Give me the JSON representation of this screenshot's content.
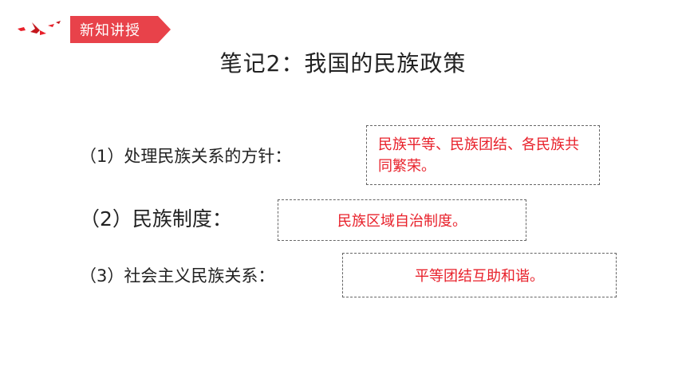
{
  "header": {
    "badge_label": "新知讲授",
    "badge_color": "#e8424a"
  },
  "title": "笔记2：我国的民族政策",
  "notes": [
    {
      "label": "（1）处理民族关系的方针：",
      "answer": "民族平等、民族团结、各民族共同繁荣。"
    },
    {
      "label": "（2）民族制度：",
      "answer": "民族区域自治制度。"
    },
    {
      "label": "（3）社会主义民族关系：",
      "answer": "平等团结互助和谐。"
    }
  ],
  "colors": {
    "answer_text": "#e8202a",
    "box_border": "#666666",
    "text": "#222222"
  },
  "icons": {
    "logo": "flying-birds-logo-icon"
  }
}
